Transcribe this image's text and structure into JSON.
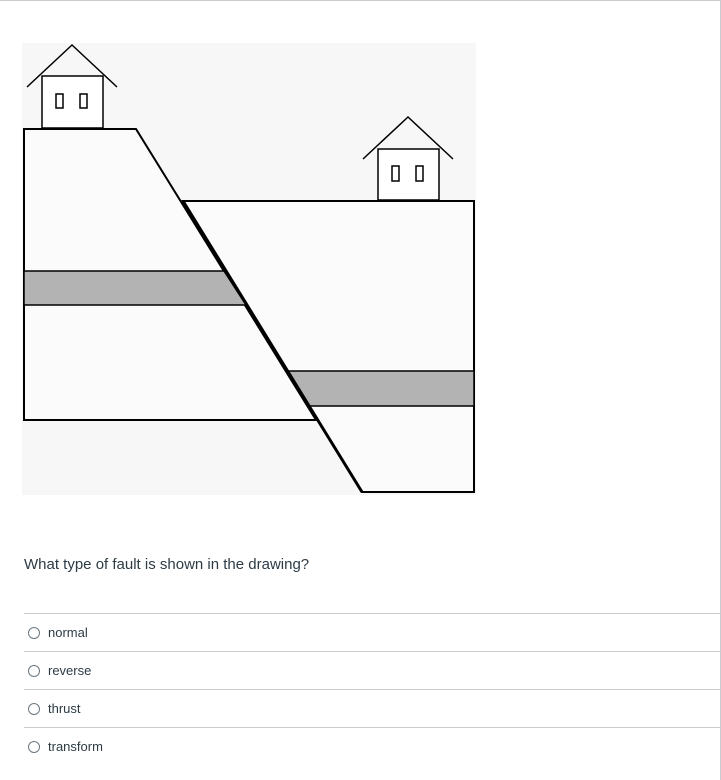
{
  "question": {
    "text": "What type of fault is shown in the drawing?"
  },
  "answers": [
    {
      "label": "normal",
      "selected": false
    },
    {
      "label": "reverse",
      "selected": false
    },
    {
      "label": "thrust",
      "selected": false
    },
    {
      "label": "transform",
      "selected": false
    }
  ],
  "figure": {
    "icons": [
      "house-icon",
      "house-icon"
    ],
    "colors": {
      "background": "#f7f7f7",
      "block_fill": "#fbfbfb",
      "rock_layer": "#b3b3b3",
      "outline": "#000000"
    }
  }
}
